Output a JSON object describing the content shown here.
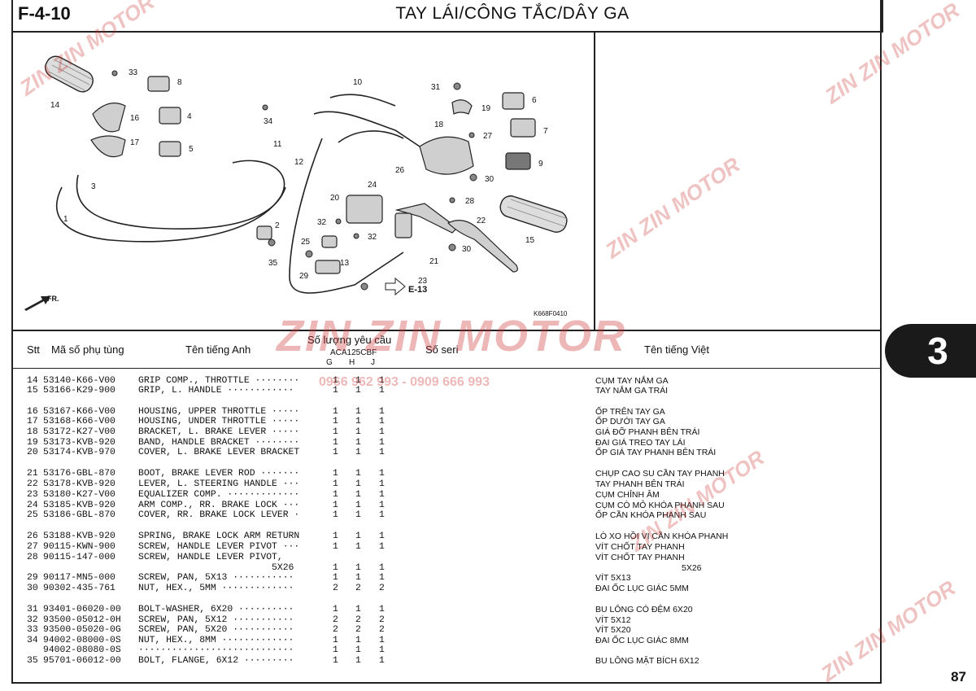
{
  "header": {
    "code": "F-4-10",
    "title": "TAY LÁI/CÔNG TẮC/DÂY GA"
  },
  "diagram": {
    "code": "K668F0410",
    "callouts": [
      "1",
      "2",
      "3",
      "4",
      "5",
      "6",
      "7",
      "8",
      "9",
      "10",
      "11",
      "12",
      "13",
      "14",
      "15",
      "16",
      "17",
      "18",
      "19",
      "20",
      "21",
      "22",
      "23",
      "24",
      "25",
      "26",
      "27",
      "28",
      "29",
      "30",
      "30",
      "31",
      "32",
      "32",
      "33",
      "34",
      "35"
    ],
    "ref_label": "E-13",
    "front_label": "FR."
  },
  "table_header": {
    "stt": "Stt",
    "part_no": "Mã số phụ tùng",
    "english": "Tên tiếng Anh",
    "qty_label": "Số lượng yêu cầu",
    "model": "ACA125CBF",
    "g": "G",
    "h": "H",
    "j": "J",
    "serial": "Số seri",
    "vietnamese": "Tên tiếng Việt"
  },
  "rows": [
    {
      "no": "14",
      "part": "53140-K66-V00",
      "en": "GRIP COMP., THROTTLE ········",
      "g": "1",
      "h": "1",
      "j": "1",
      "vi": "CỤM TAY NẮM GA"
    },
    {
      "no": "15",
      "part": "53166-K29-900",
      "en": "GRIP, L. HANDLE ············",
      "g": "1",
      "h": "1",
      "j": "1",
      "vi": "TAY NẮM GA TRÁI"
    },
    {
      "no": "16",
      "part": "53167-K66-V00",
      "en": "HOUSING, UPPER THROTTLE ·····",
      "g": "1",
      "h": "1",
      "j": "1",
      "vi": "ỐP TRÊN TAY GA"
    },
    {
      "no": "17",
      "part": "53168-K66-V00",
      "en": "HOUSING, UNDER THROTTLE ·····",
      "g": "1",
      "h": "1",
      "j": "1",
      "vi": "ỐP DƯỚI TAY GA"
    },
    {
      "no": "18",
      "part": "53172-K27-V00",
      "en": "BRACKET, L. BRAKE LEVER ·····",
      "g": "1",
      "h": "1",
      "j": "1",
      "vi": "GIÁ ĐỠ PHANH BÊN TRÁI"
    },
    {
      "no": "19",
      "part": "53173-KVB-920",
      "en": "BAND, HANDLE BRACKET ········",
      "g": "1",
      "h": "1",
      "j": "1",
      "vi": "ĐAI GIÁ TREO TAY LÁI"
    },
    {
      "no": "20",
      "part": "53174-KVB-970",
      "en": "COVER, L. BRAKE LEVER BRACKET",
      "g": "1",
      "h": "1",
      "j": "1",
      "vi": "ỐP GIÁ TAY PHANH BÊN TRÁI"
    },
    {
      "no": "21",
      "part": "53176-GBL-870",
      "en": "BOOT, BRAKE LEVER ROD ·······",
      "g": "1",
      "h": "1",
      "j": "1",
      "vi": "CHỤP CAO SU CẦN TAY PHANH"
    },
    {
      "no": "22",
      "part": "53178-KVB-920",
      "en": "LEVER, L. STEERING HANDLE ···",
      "g": "1",
      "h": "1",
      "j": "1",
      "vi": "TAY PHANH BÊN TRÁI"
    },
    {
      "no": "23",
      "part": "53180-K27-V00",
      "en": "EQUALIZER COMP. ·············",
      "g": "1",
      "h": "1",
      "j": "1",
      "vi": "CỤM CHỈNH ÂM"
    },
    {
      "no": "24",
      "part": "53185-KVB-920",
      "en": "ARM COMP., RR. BRAKE LOCK ···",
      "g": "1",
      "h": "1",
      "j": "1",
      "vi": "CỤM CÒ MỎ KHÓA PHANH SAU"
    },
    {
      "no": "25",
      "part": "53186-GBL-870",
      "en": "COVER, RR. BRAKE LOCK LEVER ·",
      "g": "1",
      "h": "1",
      "j": "1",
      "vi": "ỐP CẦN KHÓA PHANH SAU"
    },
    {
      "no": "26",
      "part": "53188-KVB-920",
      "en": "SPRING, BRAKE LOCK ARM RETURN",
      "g": "1",
      "h": "1",
      "j": "1",
      "vi": "LÒ XO HỒI VỊ CẦN KHÓA PHANH"
    },
    {
      "no": "27",
      "part": "90115-KWN-900",
      "en": "SCREW, HANDLE LEVER PIVOT ···",
      "g": "1",
      "h": "1",
      "j": "1",
      "vi": "VÍT CHỐT TAY PHANH"
    },
    {
      "no": "28",
      "part": "90115-147-000",
      "en": "SCREW, HANDLE LEVER PIVOT,",
      "g": "",
      "h": "",
      "j": "",
      "vi": "VÍT CHỐT TAY PHANH"
    },
    {
      "no": "",
      "part": "",
      "en": "                        5X26",
      "g": "1",
      "h": "1",
      "j": "1",
      "vi": "5X26"
    },
    {
      "no": "29",
      "part": "90117-MN5-000",
      "en": "SCREW, PAN, 5X13 ···········",
      "g": "1",
      "h": "1",
      "j": "1",
      "vi": "VÍT 5X13"
    },
    {
      "no": "30",
      "part": "90302-435-761",
      "en": "NUT, HEX., 5MM ·············",
      "g": "2",
      "h": "2",
      "j": "2",
      "vi": "ĐAI ỐC LỤC GIÁC 5MM"
    },
    {
      "no": "31",
      "part": "93401-06020-00",
      "en": "BOLT-WASHER, 6X20 ··········",
      "g": "1",
      "h": "1",
      "j": "1",
      "vi": "BU LÔNG CÓ ĐỆM 6X20"
    },
    {
      "no": "32",
      "part": "93500-05012-0H",
      "en": "SCREW, PAN, 5X12 ···········",
      "g": "2",
      "h": "2",
      "j": "2",
      "vi": "VÍT 5X12"
    },
    {
      "no": "33",
      "part": "93500-05020-0G",
      "en": "SCREW, PAN, 5X20 ···········",
      "g": "2",
      "h": "2",
      "j": "2",
      "vi": "VÍT 5X20"
    },
    {
      "no": "34",
      "part": "94002-08000-0S",
      "en": "NUT, HEX., 8MM ·············",
      "g": "1",
      "h": "1",
      "j": "1",
      "vi": "ĐAI ỐC LỤC GIÁC 8MM"
    },
    {
      "no": "",
      "part": "94002-08080-0S",
      "en": "····························",
      "g": "1",
      "h": "1",
      "j": "1",
      "vi": ""
    },
    {
      "no": "35",
      "part": "95701-06012-00",
      "en": "BOLT, FLANGE, 6X12 ·········",
      "g": "1",
      "h": "1",
      "j": "1",
      "vi": "BU LÔNG MẶT BÍCH 6X12"
    }
  ],
  "side_tab": "3",
  "page_number": "87",
  "watermark": {
    "brand": "ZIN ZIN MOTOR",
    "phone": "0966 962 993 - 0909 666 993"
  }
}
